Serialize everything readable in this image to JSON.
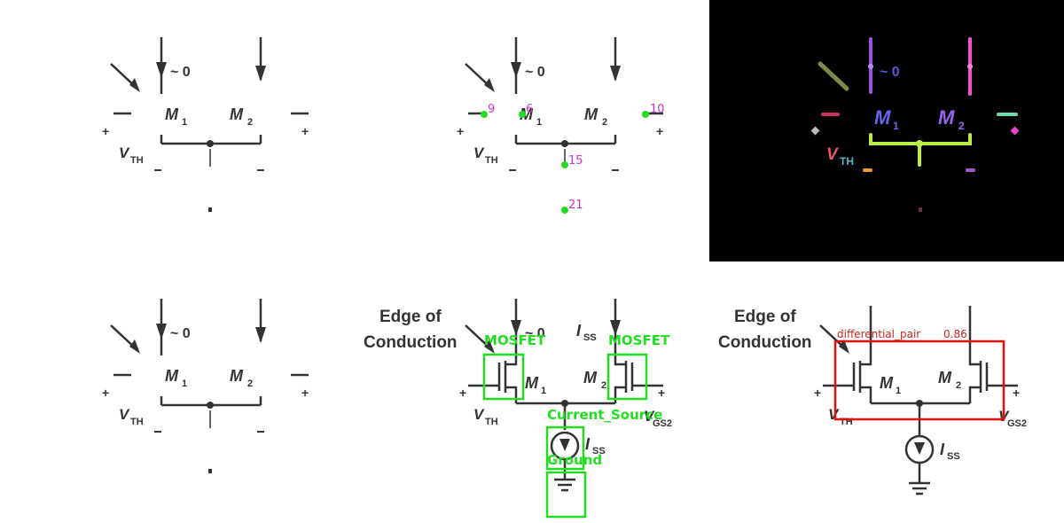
{
  "panels": {
    "original": {
      "approx_zero": "~ 0",
      "m1": "M",
      "m1_sub": "1",
      "m2": "M",
      "m2_sub": "2",
      "vth": "V",
      "vth_sub": "TH",
      "plus": "+",
      "minus": "–"
    },
    "keypoints": {
      "points": [
        {
          "id": "9",
          "color": "#22dd22"
        },
        {
          "id": "6",
          "color": "#22dd22"
        },
        {
          "id": "10",
          "color": "#22dd22"
        },
        {
          "id": "15",
          "color": "#22dd22"
        },
        {
          "id": "21",
          "color": "#22dd22"
        }
      ]
    },
    "segmentation": {
      "background": "#000000",
      "colors": {
        "arrow": "#7a8a4a",
        "left_rail": "#9a55dd",
        "right_rail": "#ee55cc",
        "zero_label": "#5555dd",
        "m1_label": "#6666ee",
        "m2_label": "#9a66ee",
        "bus": "#bbee44",
        "left_dash": "#cc3366",
        "right_dash": "#66ddaa",
        "left_dot": "#bbbbbb",
        "right_dot": "#ee44cc",
        "vth_label": "#ee5566",
        "vth_sub_label": "#55bbcc",
        "minus_left": "#ee9933",
        "minus_right": "#aa55cc",
        "bottom_dot": "#663344"
      }
    },
    "detection": {
      "edge_line1": "Edge of",
      "edge_line2": "Conduction",
      "iss": "I",
      "iss_sub": "SS",
      "vgs2": "V",
      "vgs2_sub": "GS2",
      "boxes": [
        {
          "label": "MOSFET"
        },
        {
          "label": "MOSFET"
        },
        {
          "label": "Current_Source"
        },
        {
          "label": "Ground"
        }
      ],
      "box_color": "#22dd22"
    },
    "prediction": {
      "edge_line1": "Edge of",
      "edge_line2": "Conduction",
      "label": "differential_pair",
      "score": "0.86",
      "box_color": "#dd1111"
    }
  }
}
